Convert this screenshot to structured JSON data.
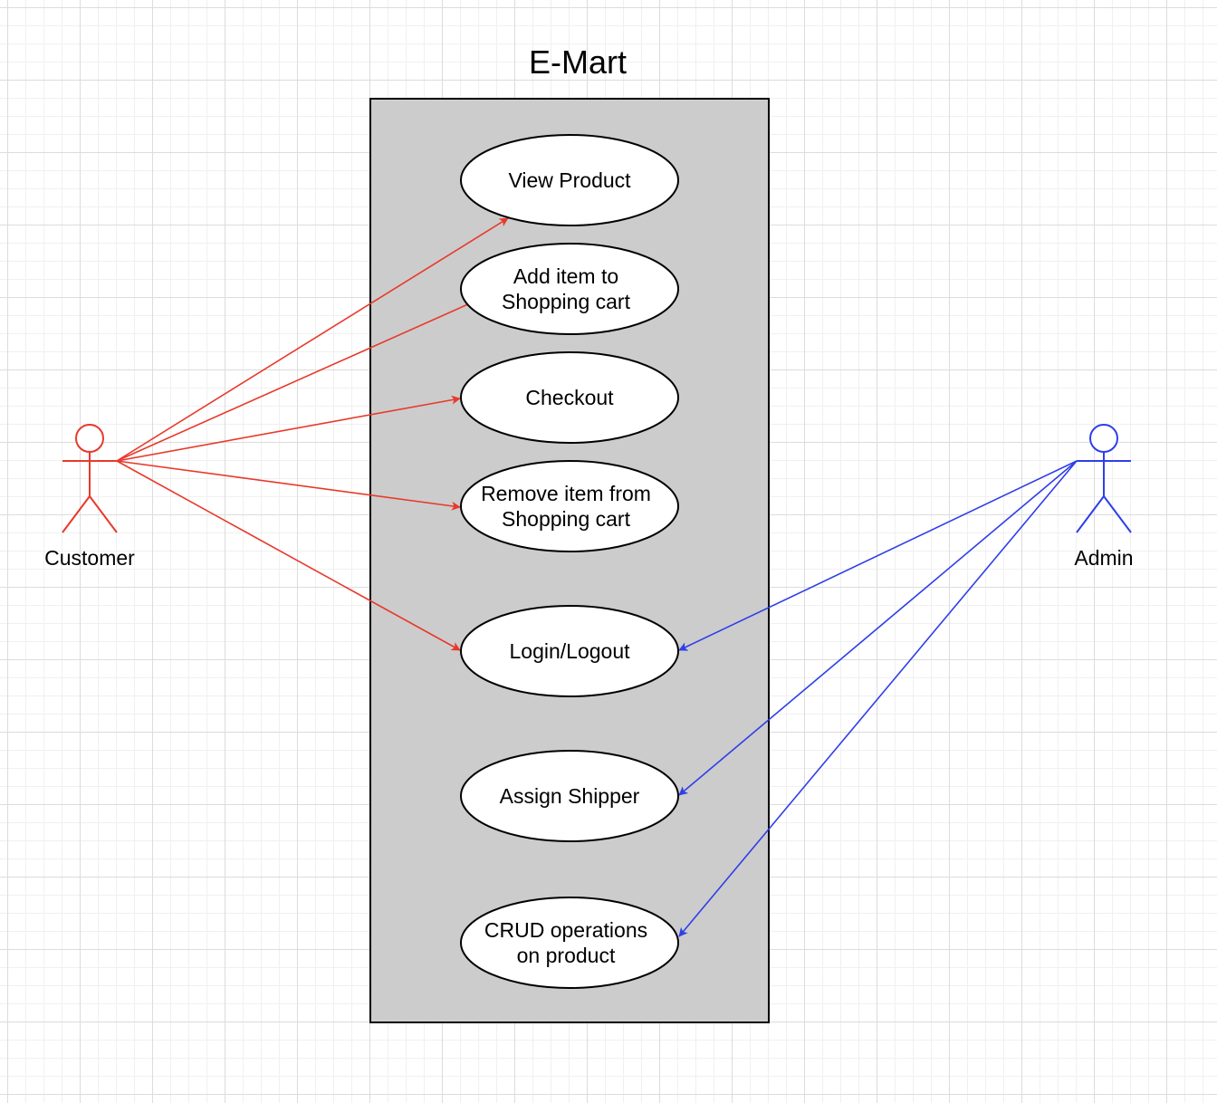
{
  "diagram": {
    "title": "E-Mart",
    "system_fill": "#cccccc",
    "actors": [
      {
        "id": "customer",
        "label": "Customer",
        "color": "#e8392a"
      },
      {
        "id": "admin",
        "label": "Admin",
        "color": "#2f3fe8"
      }
    ],
    "use_cases": [
      {
        "id": "view-product",
        "lines": [
          "View Product"
        ]
      },
      {
        "id": "add-item",
        "lines": [
          "Add item to",
          "Shopping cart"
        ]
      },
      {
        "id": "checkout",
        "lines": [
          "Checkout"
        ]
      },
      {
        "id": "remove-item",
        "lines": [
          "Remove item from",
          "Shopping cart"
        ]
      },
      {
        "id": "login-logout",
        "lines": [
          "Login/Logout"
        ]
      },
      {
        "id": "assign-shipper",
        "lines": [
          "Assign Shipper"
        ]
      },
      {
        "id": "crud-product",
        "lines": [
          "CRUD operations",
          "on product"
        ]
      }
    ],
    "associations": [
      {
        "from": "customer",
        "to": "view-product"
      },
      {
        "from": "customer",
        "to": "add-item"
      },
      {
        "from": "customer",
        "to": "checkout"
      },
      {
        "from": "customer",
        "to": "remove-item"
      },
      {
        "from": "customer",
        "to": "login-logout"
      },
      {
        "from": "admin",
        "to": "login-logout"
      },
      {
        "from": "admin",
        "to": "assign-shipper"
      },
      {
        "from": "admin",
        "to": "crud-product"
      }
    ]
  }
}
